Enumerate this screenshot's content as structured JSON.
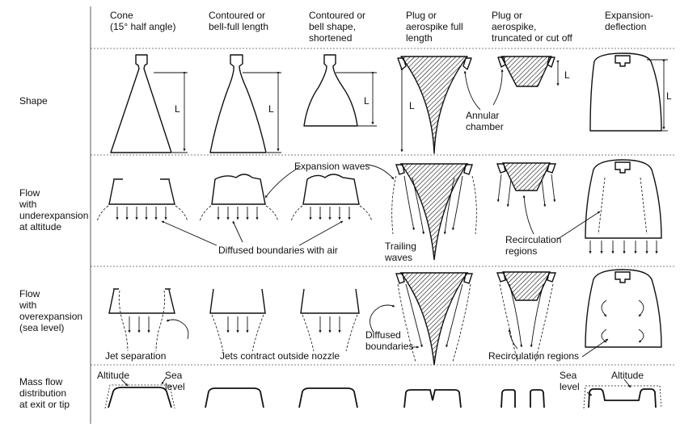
{
  "columns": [
    "Cone\n(15° half angle)",
    "Contoured or\nbell-full length",
    "Contoured or\nbell shape,\nshortened",
    "Plug or\naerospike full\nlength",
    "Plug or\naerospike,\ntruncated or cut off",
    "Expansion-\ndeflection"
  ],
  "rows": [
    "Shape",
    "Flow\nwith\nunderexpansion\nat altitude",
    "Flow\nwith\noverexpansion\n(sea level)",
    "Mass flow\ndistribution\nat exit or tip"
  ],
  "dimension_label": "L",
  "annotations": {
    "annular_chamber": "Annular\nchamber",
    "expansion_waves": "Expansion waves",
    "diffused_boundaries_air": "Diffused boundaries with air",
    "trailing_waves": "Trailing\nwaves",
    "recirculation_regions_1": "Recirculation\nregions",
    "jet_separation": "Jet separation",
    "jets_contract": "Jets contract outside nozzle",
    "diffused_boundaries": "Diffused\nboundaries",
    "recirculation_regions_2": "Recirculation regions",
    "altitude_1": "Altitude",
    "sea_level_1": "Sea\nlevel",
    "sea_level_2": "Sea\nlevel",
    "altitude_2": "Altitude"
  },
  "colors": {
    "ink": "#111111",
    "divider": "#555555",
    "hatch": "#222222"
  }
}
